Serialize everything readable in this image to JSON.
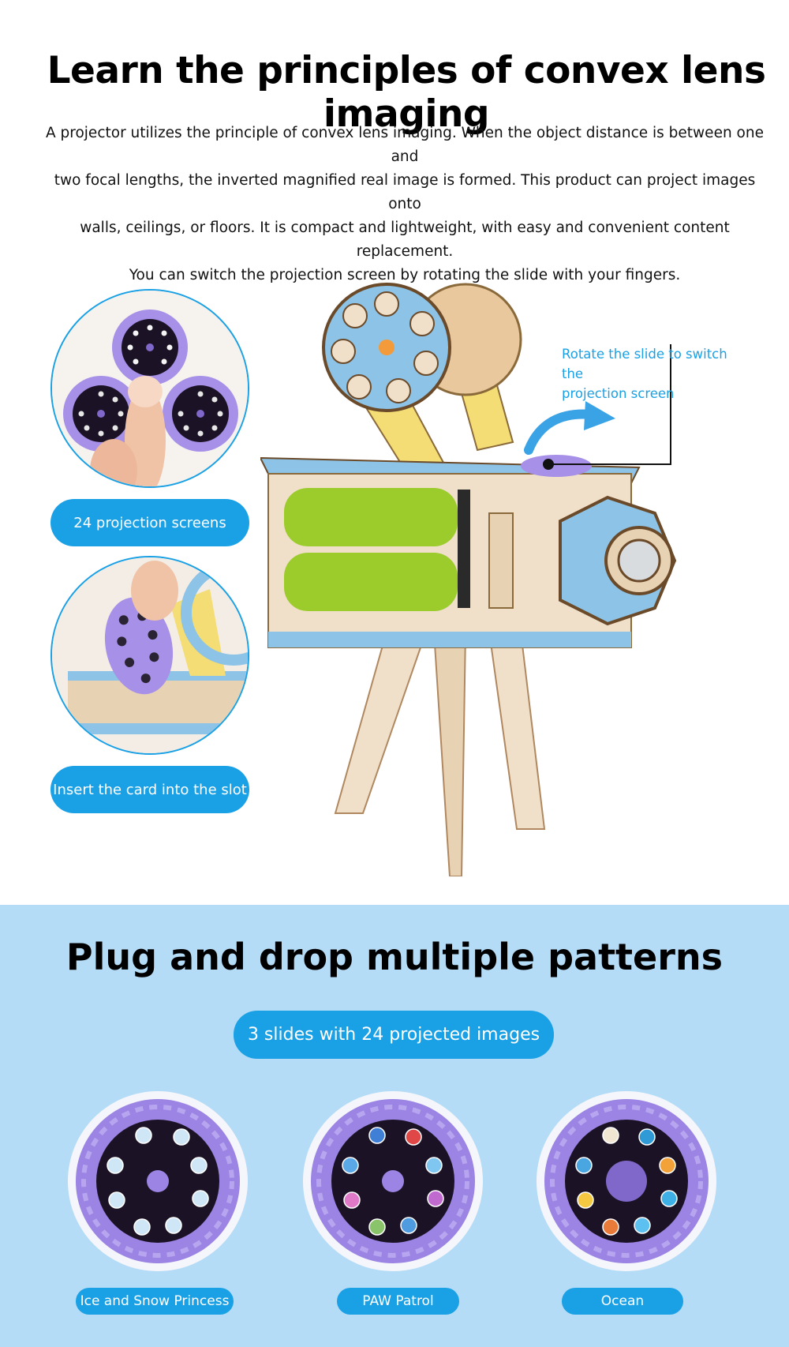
{
  "section1": {
    "title": "Learn the principles of convex lens imaging",
    "intro_lines": [
      "A projector utilizes the principle of convex lens imaging. When the object distance is between one and",
      "two focal lengths, the inverted magnified real image is formed. This product can project images onto",
      "walls, ceilings, or floors. It is compact and lightweight, with easy and convenient content replacement.",
      "You can switch the projection screen by rotating the slide with your fingers."
    ],
    "pill_screens": "24 projection screens",
    "pill_insert": "Insert the card into the slot",
    "callout_line1": "Rotate the slide to switch the",
    "callout_line2": "projection screen"
  },
  "section2": {
    "title": "Plug and drop multiple patterns",
    "pill_slides": "3 slides with 24 projected images",
    "slides": [
      {
        "label": "Ice and Snow Princess"
      },
      {
        "label": "PAW Patrol"
      },
      {
        "label": "Ocean"
      }
    ]
  },
  "colors": {
    "accent": "#1aa1e5",
    "section2_bg": "#b5dcf7",
    "disc_purple": "#9b84e3",
    "disc_black": "#1b1325"
  }
}
